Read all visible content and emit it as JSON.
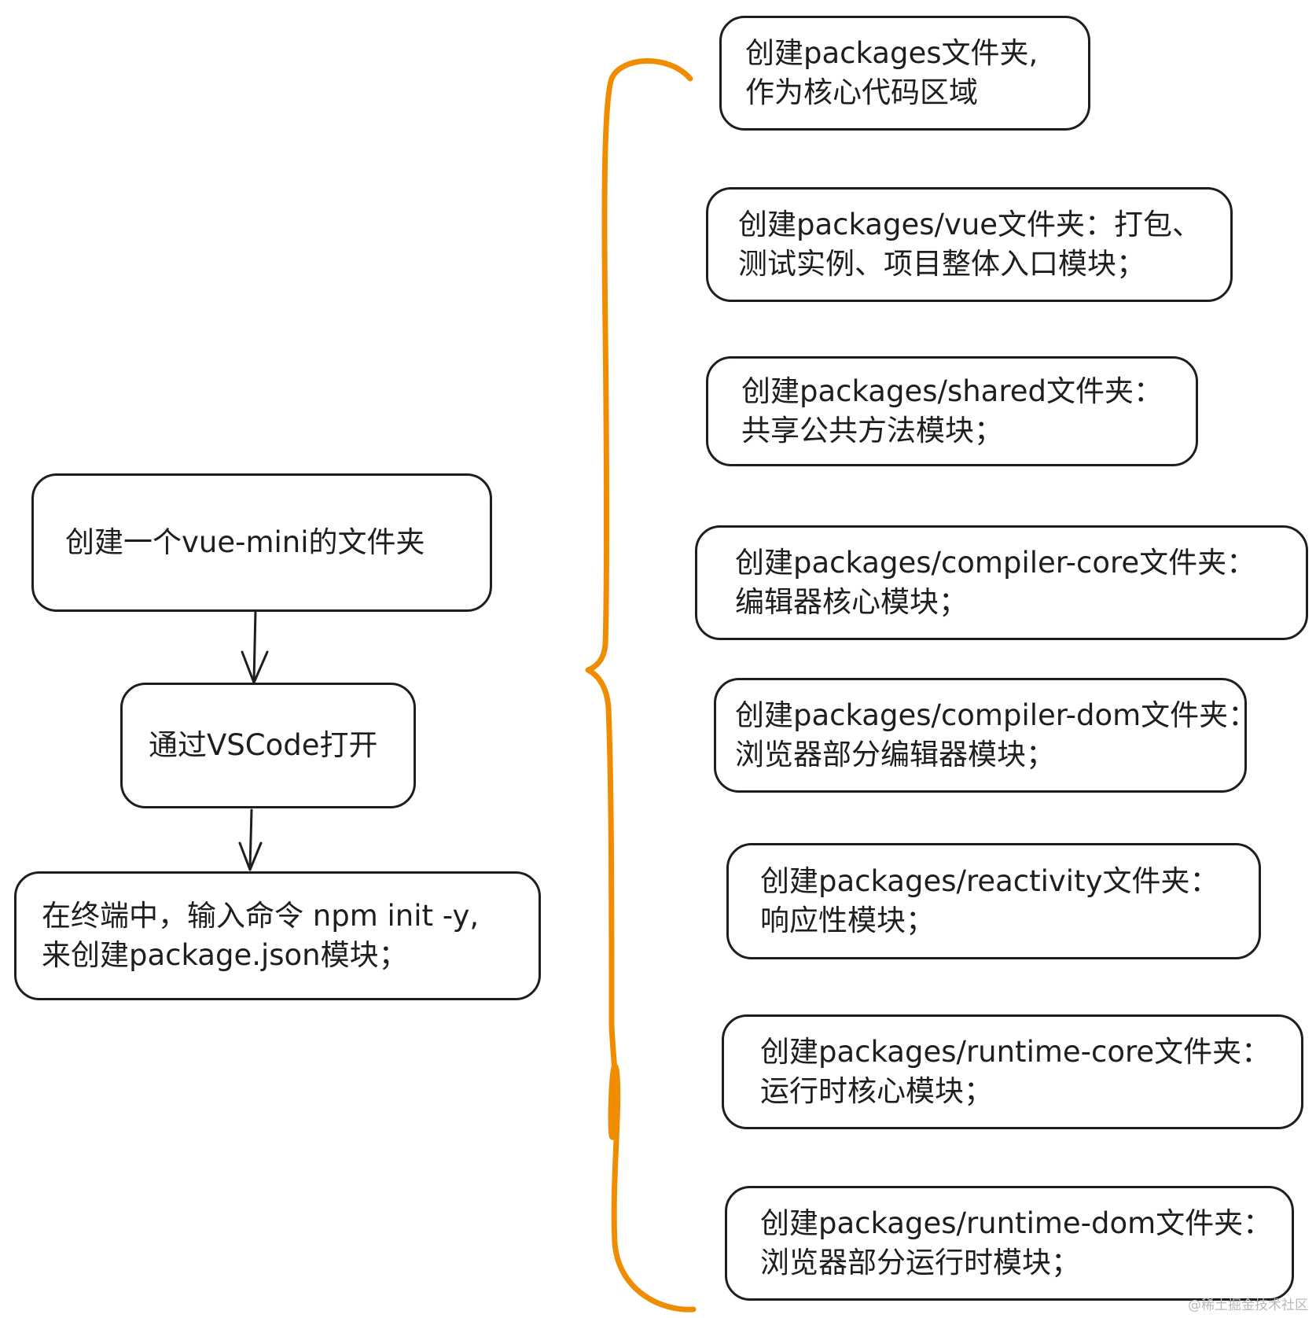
{
  "left_flow": [
    {
      "lines": [
        "创建一个vue-mini的文件夹"
      ]
    },
    {
      "lines": [
        "通过VSCode打开"
      ]
    },
    {
      "lines": [
        "在终端中，输入命令 npm init -y,",
        "来创建package.json模块；"
      ]
    }
  ],
  "right_boxes": [
    {
      "lines": [
        "创建packages文件夹,",
        "作为核心代码区域"
      ]
    },
    {
      "lines": [
        "创建packages/vue文件夹：打包、",
        "测试实例、项目整体入口模块；"
      ]
    },
    {
      "lines": [
        "创建packages/shared文件夹：",
        "共享公共方法模块；"
      ]
    },
    {
      "lines": [
        "创建packages/compiler-core文件夹：",
        "编辑器核心模块；"
      ]
    },
    {
      "lines": [
        "创建packages/compiler-dom文件夹：",
        "浏览器部分编辑器模块；"
      ]
    },
    {
      "lines": [
        "创建packages/reactivity文件夹：",
        "响应性模块；"
      ]
    },
    {
      "lines": [
        "创建packages/runtime-core文件夹：",
        "运行时核心模块；"
      ]
    },
    {
      "lines": [
        "创建packages/runtime-dom文件夹：",
        "浏览器部分运行时模块；"
      ]
    }
  ],
  "colors": {
    "stroke": "#1e1e1e",
    "brace": "#f08c00",
    "background": "#ffffff"
  },
  "watermark": "@稀土掘金技术社区"
}
